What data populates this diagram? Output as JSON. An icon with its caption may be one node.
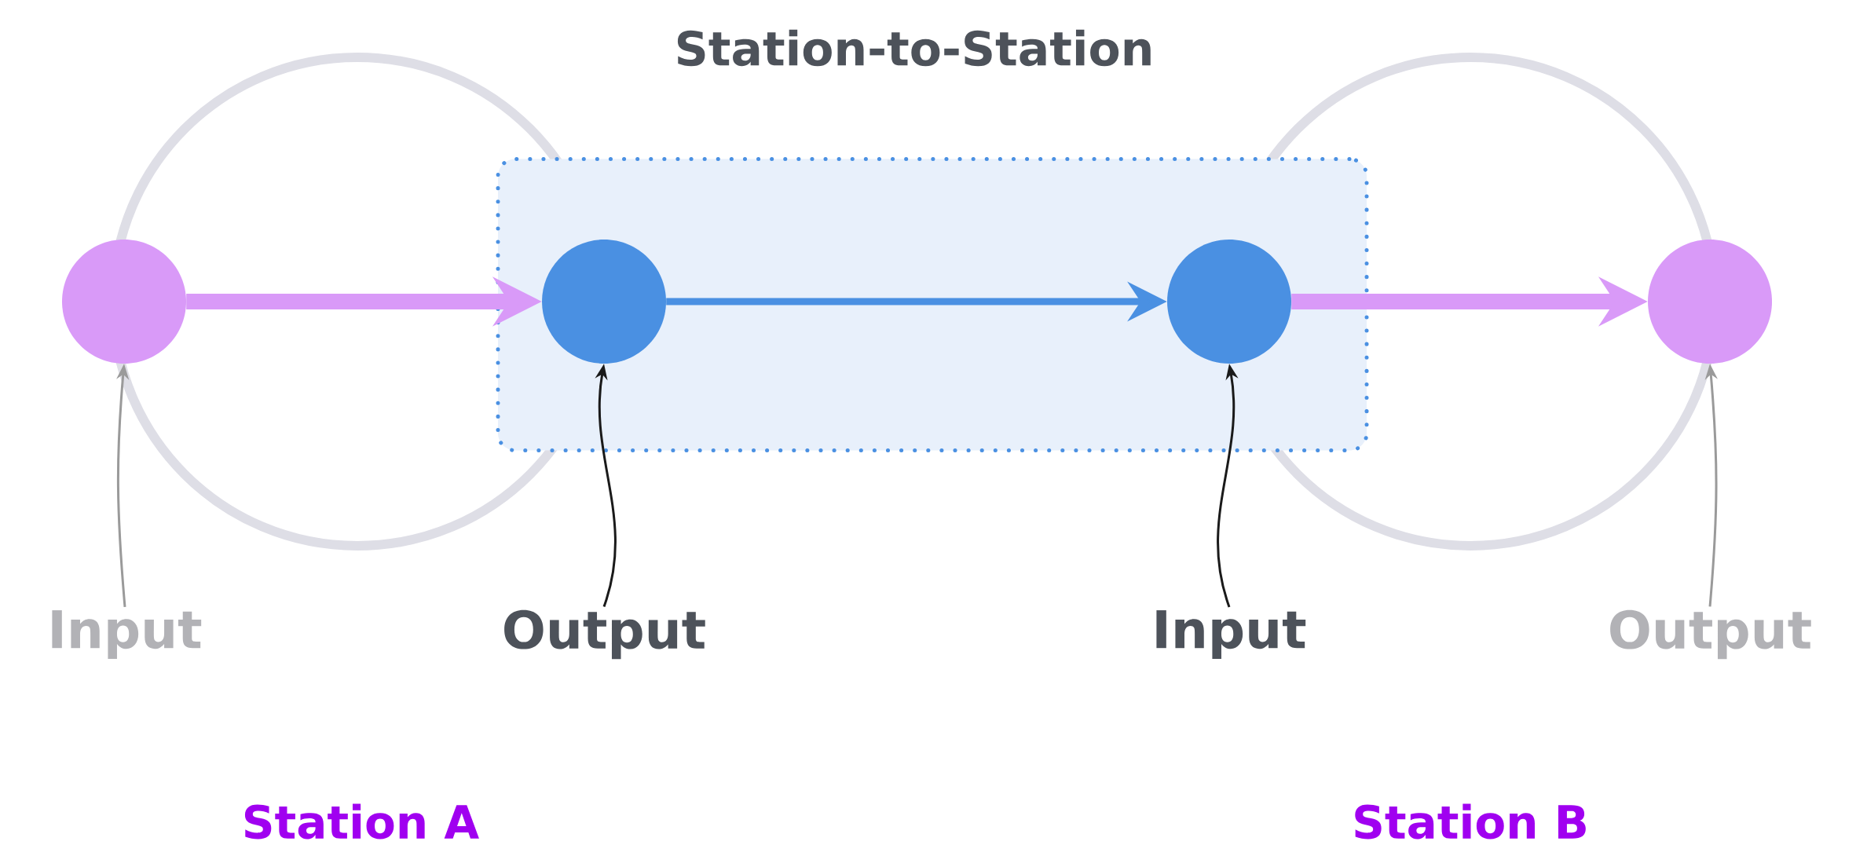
{
  "diagram": {
    "nodes": [
      {
        "text": [
          "Station-to-Station"
        ]
      },
      {
        "text": [],
        "shape": "circle"
      },
      {
        "text": [],
        "shape": "circle",
        "in": 0
      },
      {
        "text": [],
        "shape": "circle",
        "in": 0
      },
      {
        "text": [],
        "shape": "circle"
      },
      {
        "text": [
          "Input"
        ]
      },
      {
        "text": [
          "Output"
        ]
      },
      {
        "text": [
          "Input"
        ]
      },
      {
        "text": [
          "Output"
        ]
      }
    ],
    "edges": [
      {
        "from": 1,
        "to": 2,
        "arrow": "to",
        "style": "thick",
        "color": "#d99af8"
      },
      {
        "from": 2,
        "to": 3,
        "arrow": "to",
        "style": "thick",
        "color": "#4a90e2"
      },
      {
        "from": 3,
        "to": 4,
        "arrow": "to",
        "style": "thick",
        "color": "#d99af8"
      },
      {
        "from": 5,
        "to": 1,
        "arrow": "to",
        "color": "#9a9a9a"
      },
      {
        "from": 6,
        "to": 2,
        "arrow": "to",
        "color": "#1a1a1a"
      },
      {
        "from": 7,
        "to": 3,
        "arrow": "to",
        "color": "#1a1a1a"
      },
      {
        "from": 8,
        "to": 4,
        "arrow": "to",
        "color": "#9a9a9a"
      }
    ],
    "labels": [
      "Station A",
      "Station B"
    ]
  }
}
